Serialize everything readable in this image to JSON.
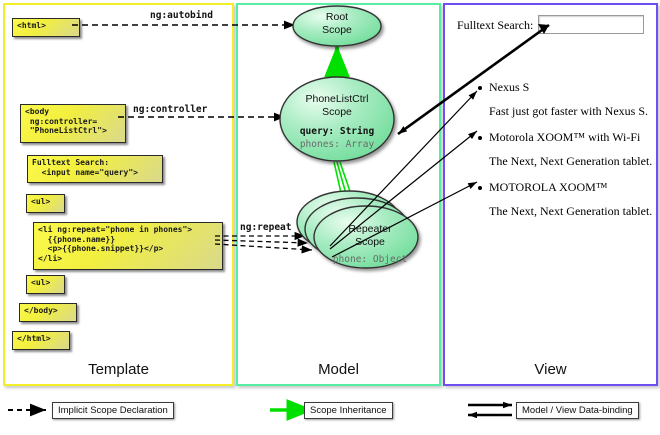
{
  "columns": {
    "template": {
      "title": "Template",
      "border_color": "#f2ee2a"
    },
    "model": {
      "title": "Model",
      "border_color": "#58eda4"
    },
    "view": {
      "title": "View",
      "border_color": "#6e4ff0"
    }
  },
  "template_boxes": [
    {
      "id": "html-open",
      "text": "<html>"
    },
    {
      "id": "body-open",
      "text": "<body\n ng:controller=\n \"PhoneListCtrl\">"
    },
    {
      "id": "search",
      "text": "Fulltext Search:\n  <input name=\"query\">"
    },
    {
      "id": "ul-open",
      "text": "<ul>"
    },
    {
      "id": "li-repeat",
      "text": "<li ng:repeat=\"phone in phones\">\n  {{phone.name}}\n  <p>{{phone.snippet}}</p>\n</li>"
    },
    {
      "id": "ul-close",
      "text": "<ul>"
    },
    {
      "id": "body-close",
      "text": "</body>"
    },
    {
      "id": "html-close",
      "text": "</html>"
    }
  ],
  "connector_labels": {
    "autobind": "ng:autobind",
    "controller": "ng:controller",
    "repeat": "ng:repeat"
  },
  "scopes": [
    {
      "id": "root",
      "title_line1": "Root",
      "title_line2": "Scope",
      "props": []
    },
    {
      "id": "ctrl",
      "title_line1": "PhoneListCtrl",
      "title_line2": "Scope",
      "props": [
        {
          "text": "query: String",
          "bold": true,
          "color": "#111111"
        },
        {
          "text": "phones: Array",
          "bold": false,
          "color": "#6b6b6b"
        }
      ]
    },
    {
      "id": "repeater",
      "title_line1": "Repeater",
      "title_line2": "Scope",
      "props": [
        {
          "text": "phone: Object",
          "bold": false,
          "color": "#6b6b6b"
        }
      ]
    }
  ],
  "view": {
    "search_label": "Fulltext Search:",
    "search_value": "",
    "search_placeholder": "",
    "items": [
      {
        "name": "Nexus S",
        "bold": false,
        "snippet": "Fast just got faster with Nexus S."
      },
      {
        "name": "Motorola XOOM™  with Wi-Fi",
        "bold": false,
        "snippet": "The Next, Next Generation tablet."
      },
      {
        "name": "MOTOROLA XOOM™",
        "bold": false,
        "snippet": "The Next, Next Generation tablet."
      }
    ]
  },
  "legend": [
    {
      "id": "implicit",
      "label": "Implicit Scope Declaration",
      "arrow": "dashed-black"
    },
    {
      "id": "inheritance",
      "label": "Scope Inheritance",
      "arrow": "solid-green"
    },
    {
      "id": "databinding",
      "label": "Model / View Data-binding",
      "arrow": "double-black"
    }
  ],
  "colors": {
    "scope_fill_light": "#dffbe8",
    "scope_fill_mid": "#8fe3ae",
    "scope_stroke": "#333333",
    "green_arrow": "#00e000",
    "code_yellow": "#f5f33c"
  }
}
